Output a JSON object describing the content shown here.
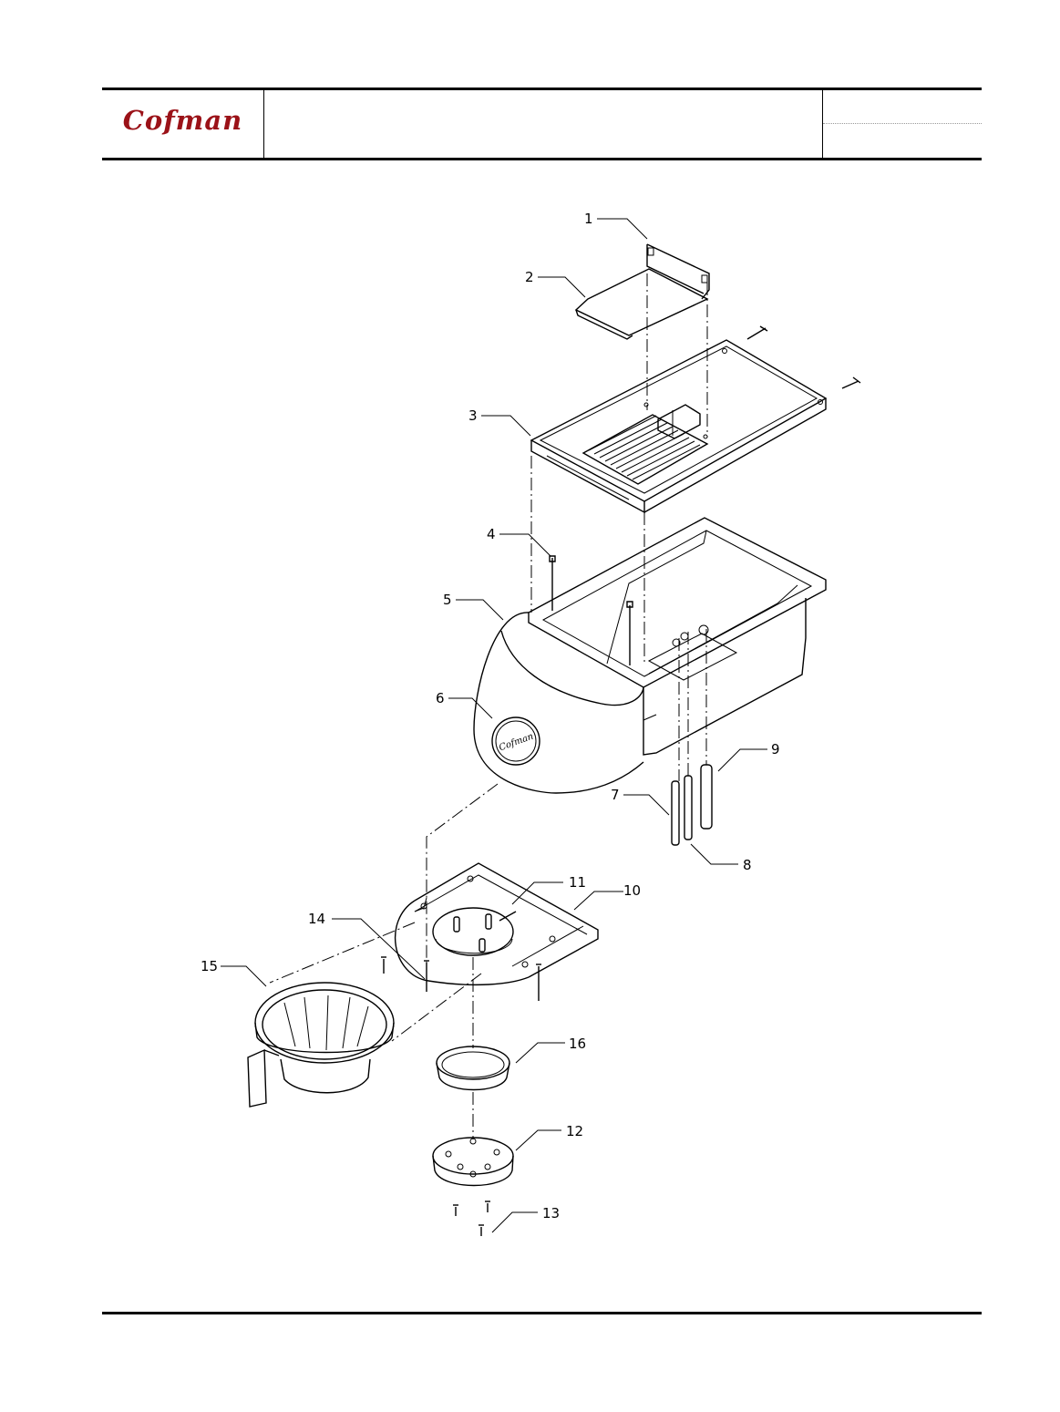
{
  "header": {
    "logo_text": "Cofman"
  },
  "callouts": {
    "c1": "1",
    "c2": "2",
    "c3": "3",
    "c4": "4",
    "c5": "5",
    "c6": "6",
    "c7": "7",
    "c8": "8",
    "c9": "9",
    "c10": "10",
    "c11": "11",
    "c12": "12",
    "c13": "13",
    "c14": "14",
    "c15": "15",
    "c16": "16"
  },
  "badge_text": "Cofman",
  "colors": {
    "logo": "#9b1218",
    "lines": "#000000"
  }
}
